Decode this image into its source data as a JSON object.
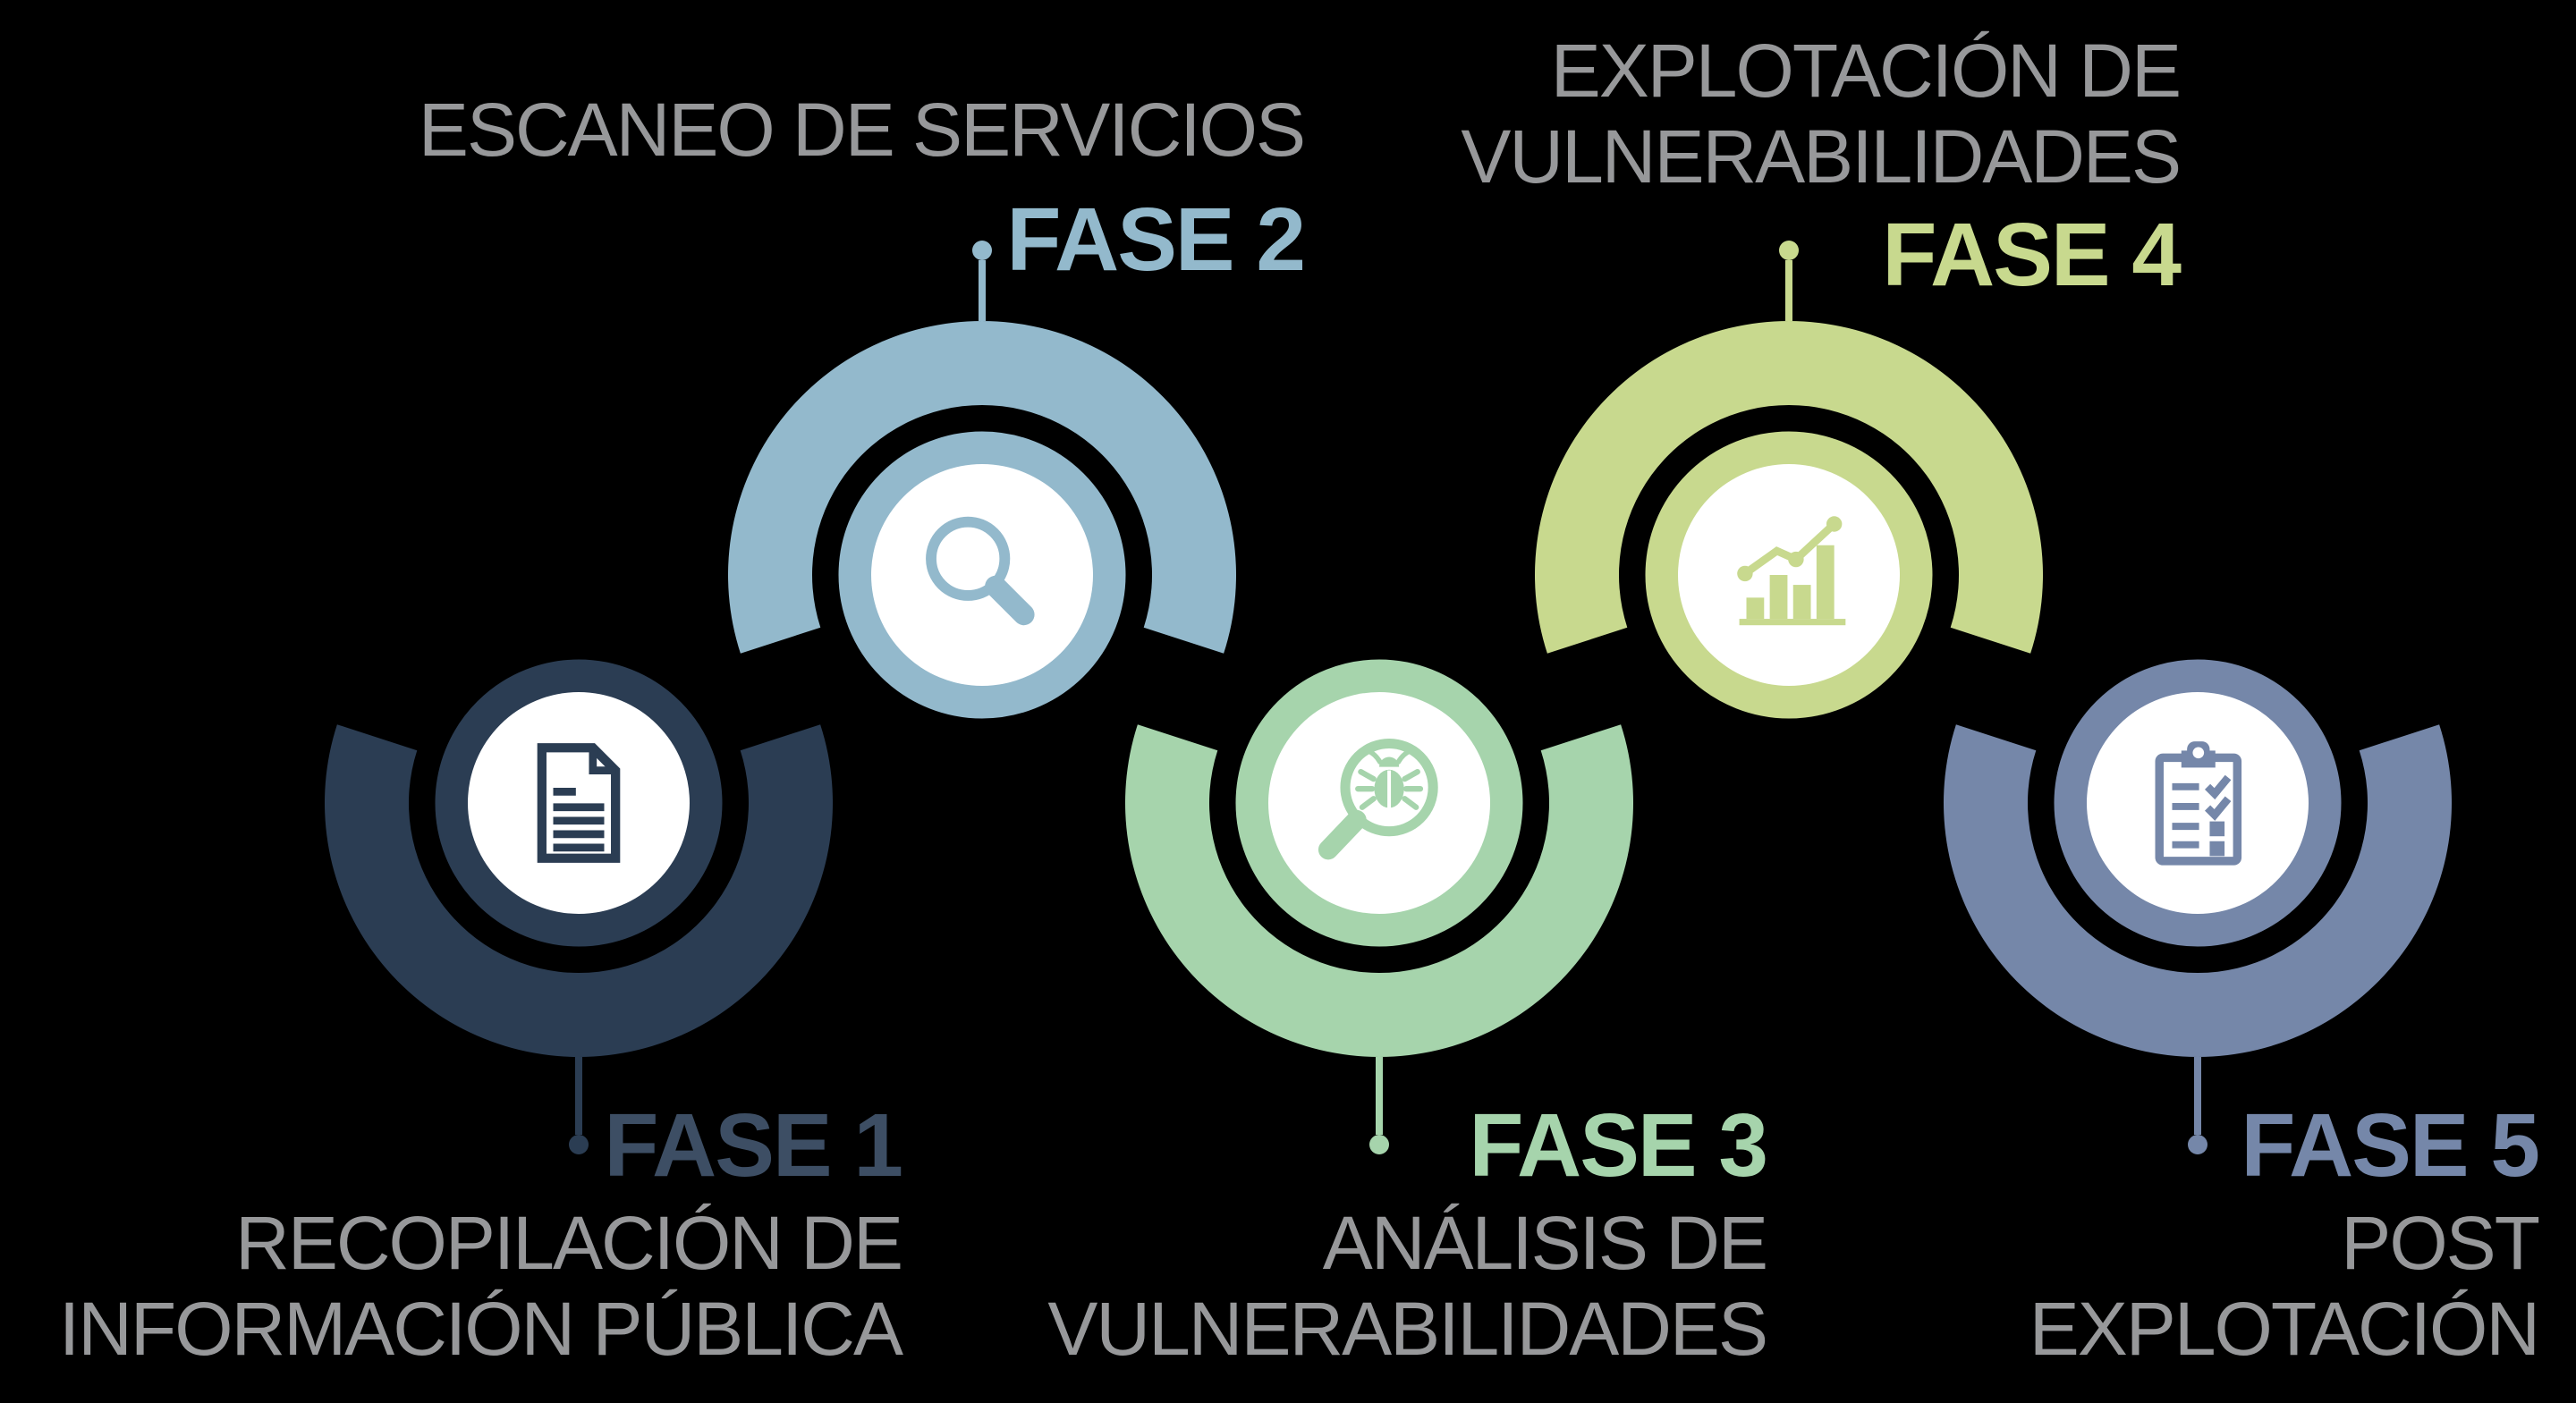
{
  "background_color": "#000000",
  "description_text_color": "#97989a",
  "white_color": "#ffffff",
  "units": [
    {
      "id": "fase-1",
      "fase_label": "FASE 1",
      "description_lines": [
        "RECOPILACIÓN DE",
        "INFORMACIÓN PÚBLICA"
      ],
      "color": "#2b3d53",
      "label_color": "#3d4e64",
      "icon": "document-icon",
      "orientation": "bottom"
    },
    {
      "id": "fase-2",
      "fase_label": "FASE 2",
      "description_lines": [
        "ESCANEO DE SERVICIOS"
      ],
      "color": "#93b9cc",
      "label_color": "#93b9cc",
      "icon": "search-icon",
      "orientation": "top"
    },
    {
      "id": "fase-3",
      "fase_label": "FASE 3",
      "description_lines": [
        "ANÁLISIS DE",
        "VULNERABILIDADES"
      ],
      "color": "#a6d4ac",
      "label_color": "#a6d4ac",
      "icon": "bug-search-icon",
      "orientation": "bottom"
    },
    {
      "id": "fase-4",
      "fase_label": "FASE 4",
      "description_lines": [
        "EXPLOTACIÓN DE",
        "VULNERABILIDADES"
      ],
      "color": "#c8d98e",
      "label_color": "#c8d98e",
      "icon": "chart-icon",
      "orientation": "top"
    },
    {
      "id": "fase-5",
      "fase_label": "FASE 5",
      "description_lines": [
        "POST",
        "EXPLOTACIÓN"
      ],
      "color": "#7587a9",
      "label_color": "#7587a9",
      "icon": "clipboard-icon",
      "orientation": "bottom"
    }
  ]
}
